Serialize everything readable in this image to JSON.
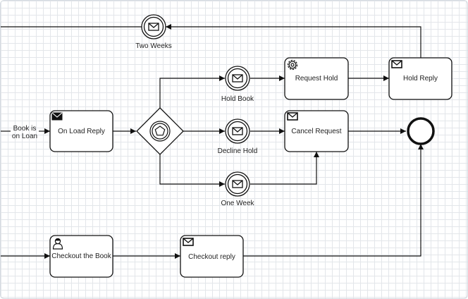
{
  "diagram": {
    "tasks": {
      "on_load_reply": "On Load Reply",
      "request_hold": "Request Hold",
      "hold_reply": "Hold Reply",
      "cancel_request": "Cancel Request",
      "checkout_book": "Checkout the Book",
      "checkout_reply": "Checkout reply"
    },
    "events": {
      "two_weeks": "Two Weeks",
      "hold_book": "Hold Book",
      "decline_hold": "Decline Hold",
      "one_week": "One Week"
    },
    "start_label_line1": "Book is",
    "start_label_line2": "on Loan"
  }
}
